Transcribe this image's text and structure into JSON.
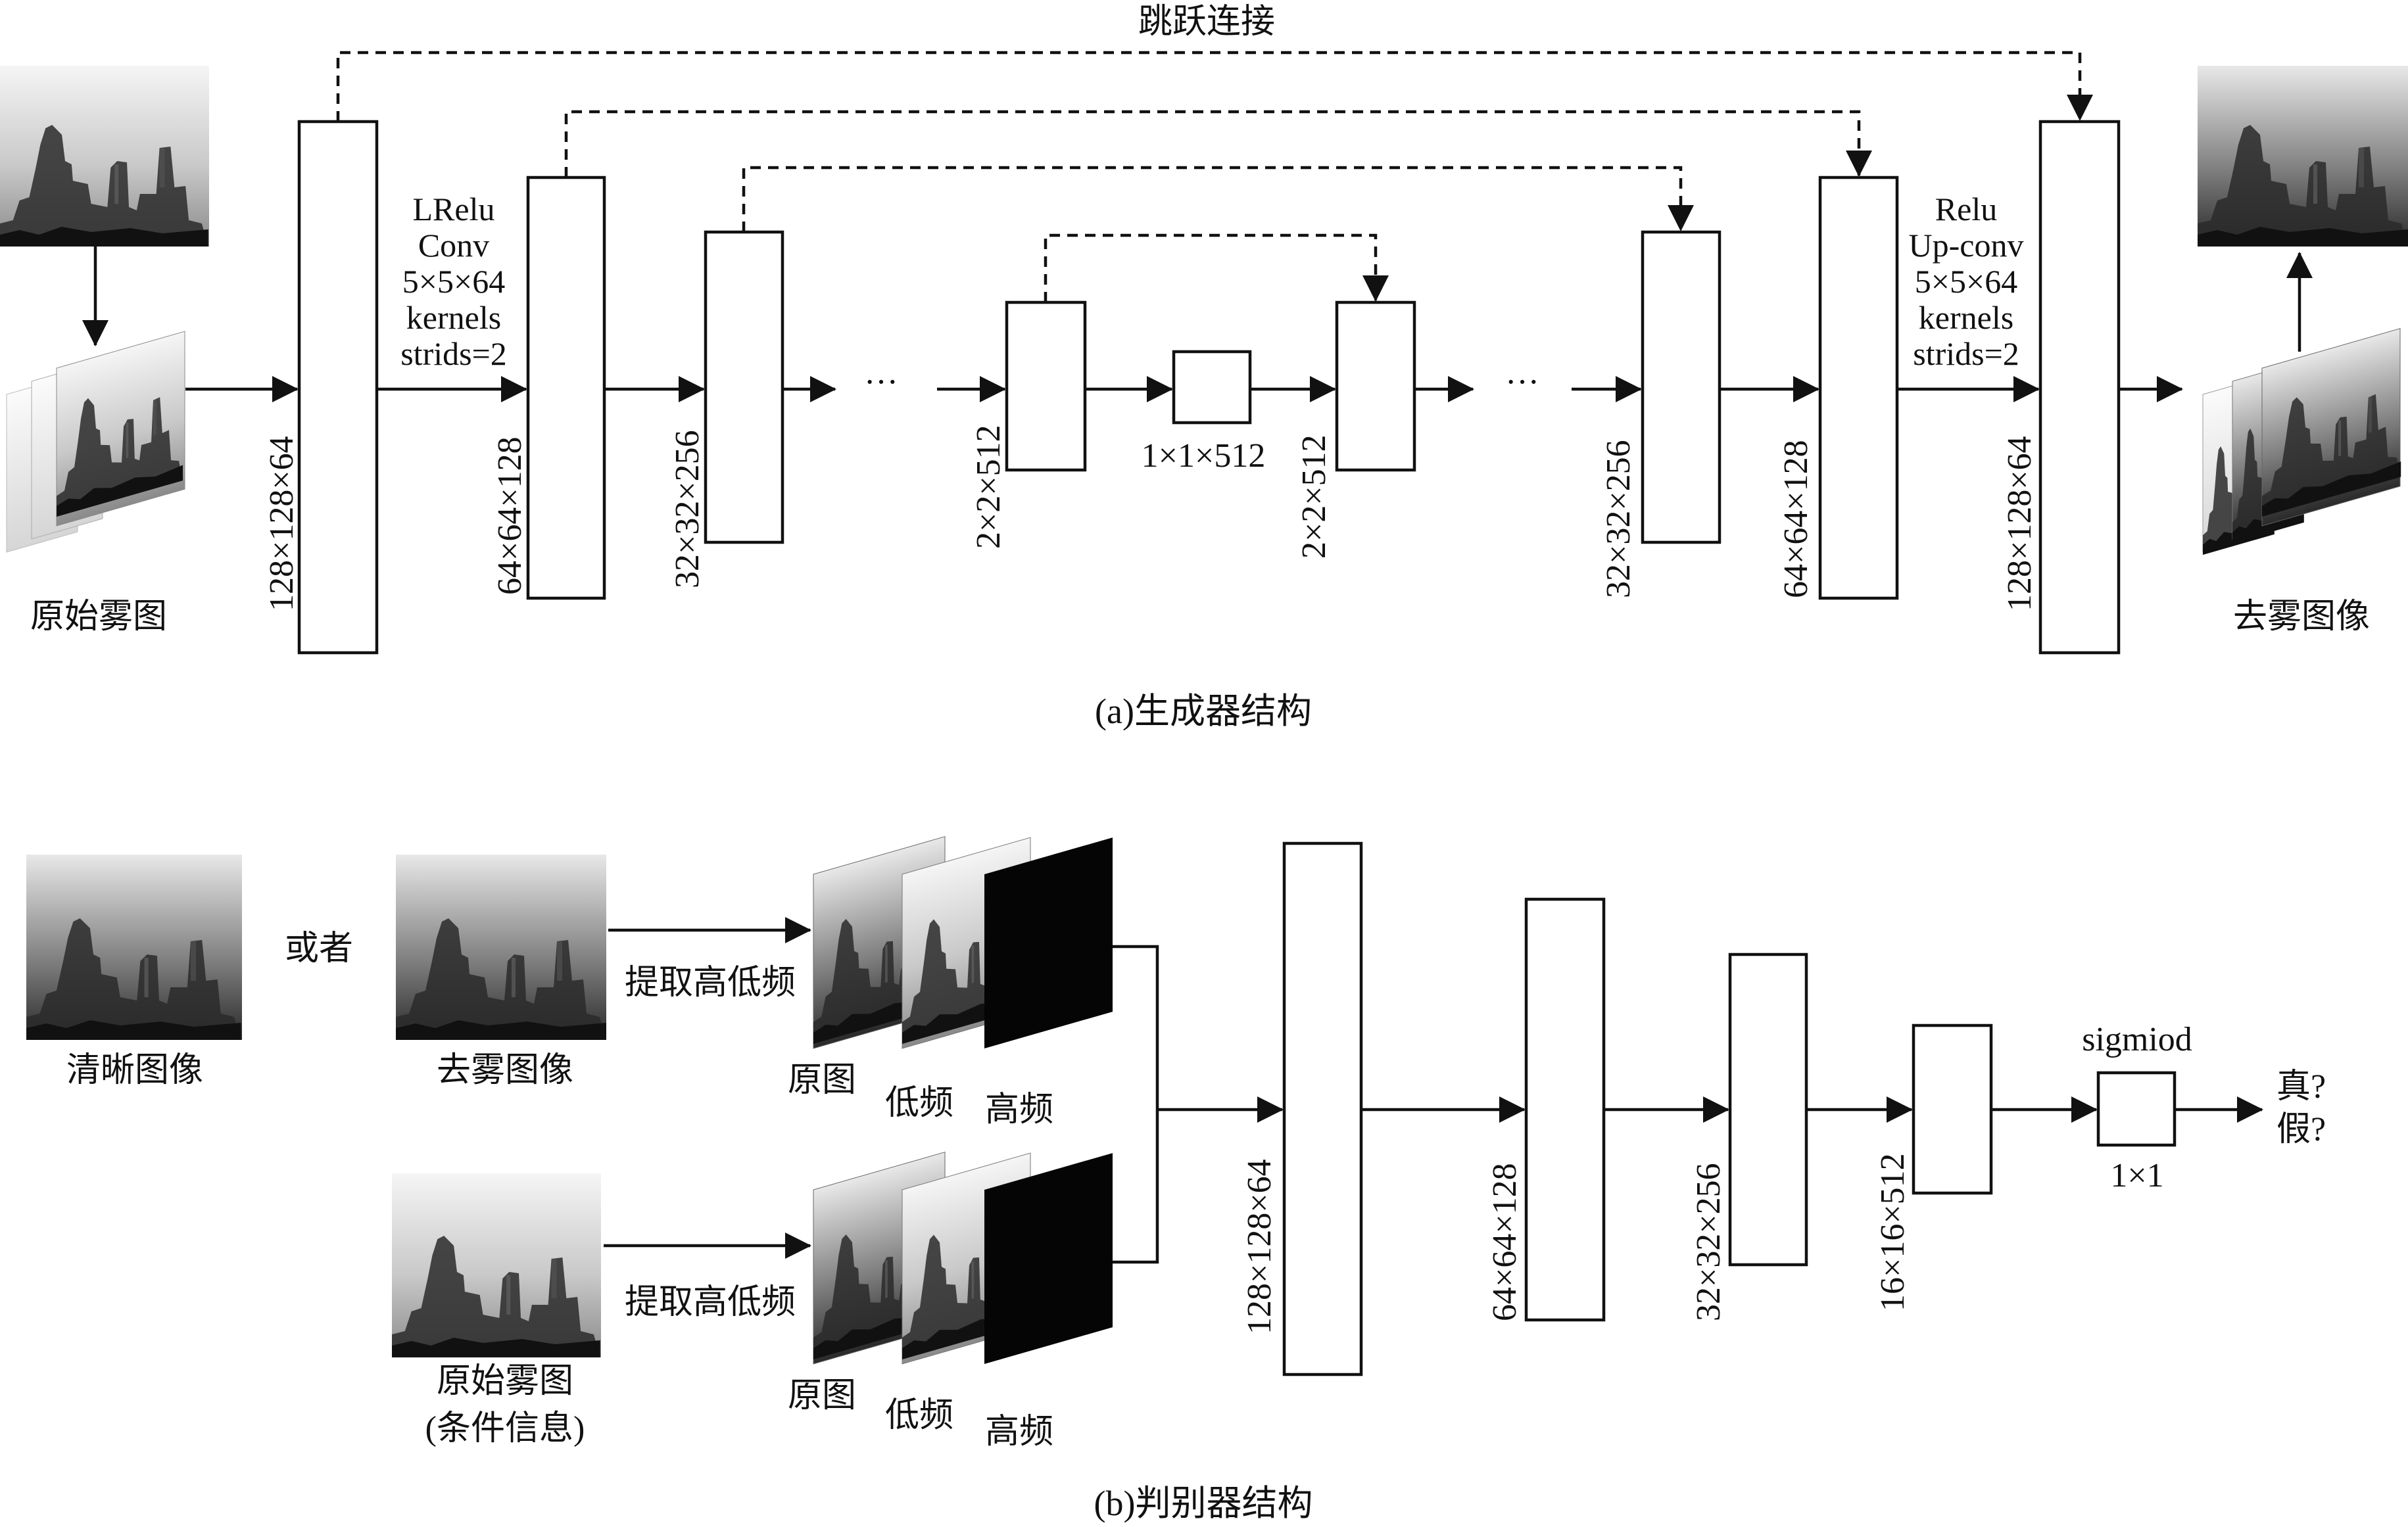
{
  "generator": {
    "skip_label": "跳跃连接",
    "input_label": "原始雾图",
    "output_label": "去雾图像",
    "encoder_ops": [
      "LRelu",
      "Conv",
      "5×5×64",
      "kernels",
      "strids=2"
    ],
    "decoder_ops": [
      "Relu",
      "Up-conv",
      "5×5×64",
      "kernels",
      "strids=2"
    ],
    "dims": {
      "e1": "128×128×64",
      "e2": "64×64×128",
      "e3": "32×32×256",
      "e4": "2×2×512",
      "bottleneck": "1×1×512",
      "d4": "2×2×512",
      "d3": "32×32×256",
      "d2": "64×64×128",
      "d1": "128×128×64"
    },
    "ellipsis": "···",
    "caption": "(a)生成器结构"
  },
  "discriminator": {
    "clear_label": "清晰图像",
    "or_label": "或者",
    "dehazed_label": "去雾图像",
    "hazy_label": "原始雾图",
    "hazy_sub": "(条件信息)",
    "extract_label": "提取高低频",
    "stack_labels": {
      "original": "原图",
      "low": "低频",
      "high": "高频"
    },
    "dims": {
      "l1": "128×128×64",
      "l2": "64×64×128",
      "l3": "32×32×256",
      "l4": "16×16×512",
      "out": "1×1"
    },
    "sigmoid_label": "sigmiod",
    "result_real": "真?",
    "result_fake": "假?",
    "caption": "(b)判别器结构"
  },
  "colors": {
    "line": "#111111",
    "photo_sky_top": "#f4f4f4",
    "photo_sky_bottom": "#8a8a8a",
    "high_freq": "#050505"
  }
}
